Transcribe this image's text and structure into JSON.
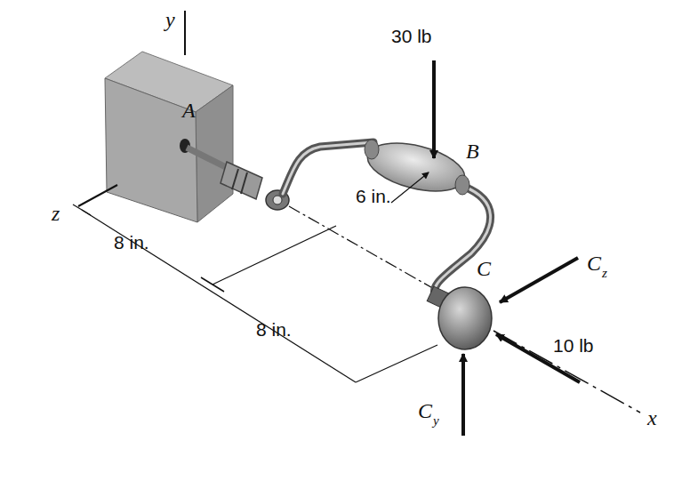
{
  "diagram": {
    "labels": [
      "y",
      "A",
      "z",
      "30 lb",
      "B",
      "6 in.",
      "8 in.",
      "8 in.",
      "C",
      "C",
      "z",
      "10 lb",
      "C",
      "y",
      "x"
    ]
  }
}
